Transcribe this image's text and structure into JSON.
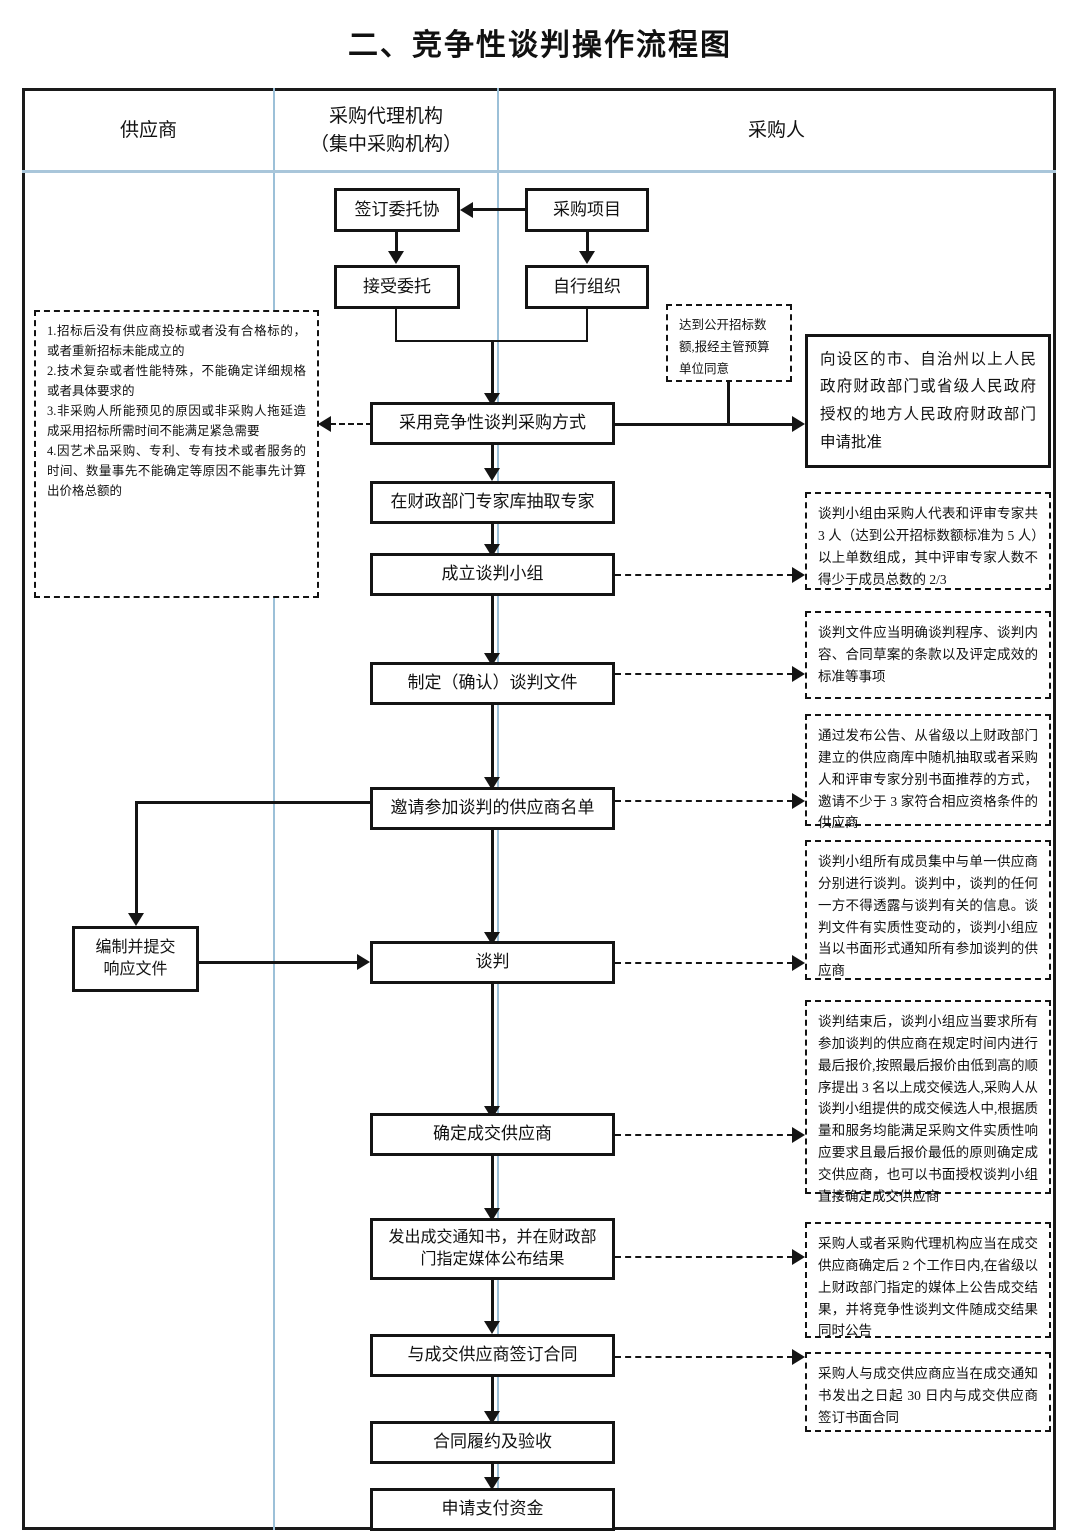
{
  "title": "二、竞争性谈判操作流程图",
  "lanes": [
    {
      "name": "supplier-lane",
      "line1": "供应商",
      "line2": ""
    },
    {
      "name": "agency-lane",
      "line1": "采购代理机构",
      "line2": "（集中采购机构）"
    },
    {
      "name": "purchaser-lane",
      "line1": "采购人",
      "line2": ""
    }
  ],
  "nodes": {
    "sign_entrust": "签订委托协",
    "purchase_project": "采购项目",
    "accept_entrust": "接受委托",
    "self_organize": "自行组织",
    "adopt_method": "采用竞争性谈判采购方式",
    "draw_experts": "在财政部门专家库抽取专家",
    "form_team": "成立谈判小组",
    "make_doc": "制定（确认）谈判文件",
    "invite_list": "邀请参加谈判的供应商名单",
    "prepare_response": "编制并提交\n响应文件",
    "prepare_response_l1": "编制并提交",
    "prepare_response_l2": "响应文件",
    "negotiate": "谈判",
    "determine_supplier": "确定成交供应商",
    "issue_notice_l1": "发出成交通知书，并在财政部",
    "issue_notice_l2": "门指定媒体公布结果",
    "sign_contract": "与成交供应商签订合同",
    "perform_accept": "合同履约及验收",
    "apply_payment": "申请支付资金",
    "apply_approval": "向设区的市、自治州以上人民政府财政部门或省级人民政府授权的地方人民政府财政部门申请批准"
  },
  "notes": {
    "conditions": "1.招标后没有供应商投标或者没有合格标的，或者重新招标未能成立的\n2.技术复杂或者性能特殊，不能确定详细规格或者具体要求的\n3.非采购人所能预见的原因或非采购人拖延造成采用招标所需时间不能满足紧急需要\n4.因艺术品采购、专利、专有技术或者服务的时间、数量事先不能确定等原因不能事先计算出价格总额的",
    "threshold": "达到公开招标数额,报经主管预算单位同意",
    "team_composition": "谈判小组由采购人代表和评审专家共 3 人（达到公开招标数额标准为 5 人）以上单数组成，其中评审专家人数不得少于成员总数的 2/3",
    "doc_content": "谈判文件应当明确谈判程序、谈判内容、合同草案的条款以及评定成效的标准等事项",
    "invite_rule": "通过发布公告、从省级以上财政部门建立的供应商库中随机抽取或者采购人和评审专家分别书面推荐的方式，邀请不少于 3 家符合相应资格条件的供应商",
    "negotiate_rule": "谈判小组所有成员集中与单一供应商分别进行谈判。谈判中，谈判的任何一方不得透露与谈判有关的信息。谈判文件有实质性变动的，谈判小组应当以书面形式通知所有参加谈判的供应商",
    "final_quote_rule": "谈判结束后，谈判小组应当要求所有参加谈判的供应商在规定时间内进行最后报价,按照最后报价由低到高的顺序提出 3 名以上成交候选人,采购人从谈判小组提供的成交候选人中,根据质量和服务均能满足采购文件实质性响应要求且最后报价最低的原则确定成交供应商，也可以书面授权谈判小组直接确定成交供应商",
    "announce_rule": "采购人或者采购代理机构应当在成交供应商确定后 2 个工作日内,在省级以上财政部门指定的媒体上公告成交结果，并将竞争性谈判文件随成交结果同时公告",
    "contract_rule": "采购人与成交供应商应当在成交通知书发出之日起 30 日内与成交供应商签订书面合同"
  },
  "colors": {
    "lane_divider": "#9cc0d8",
    "frame": "#1a1a1a",
    "node_border": "#141414",
    "background": "#ffffff"
  }
}
